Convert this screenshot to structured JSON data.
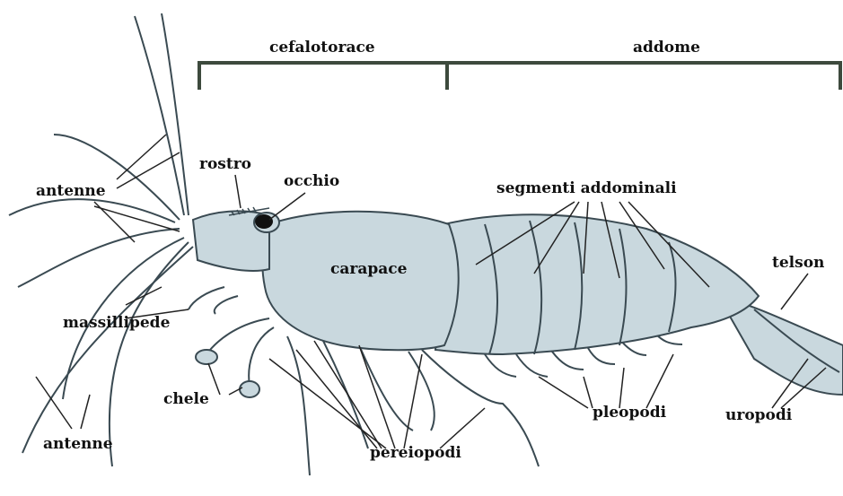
{
  "labels": {
    "cefalotorace": "cefalotorace",
    "addome": "addome",
    "rostro": "rostro",
    "occhio": "occhio",
    "antenne_top": "antenne",
    "antenne_bottom": "antenne",
    "carapace": "carapace",
    "segmenti_addominali": "segmenti addominali",
    "telson": "telson",
    "massillipede": "massillipede",
    "chele": "chele",
    "pleopodi": "pleopodi",
    "uropodi": "uropodi",
    "pereiopodi": "pereiopodi"
  },
  "colors": {
    "body_fill": "#c9d8de",
    "outline": "#3a4a52",
    "bracket": "#3d4a3d",
    "leader": "#222222"
  }
}
